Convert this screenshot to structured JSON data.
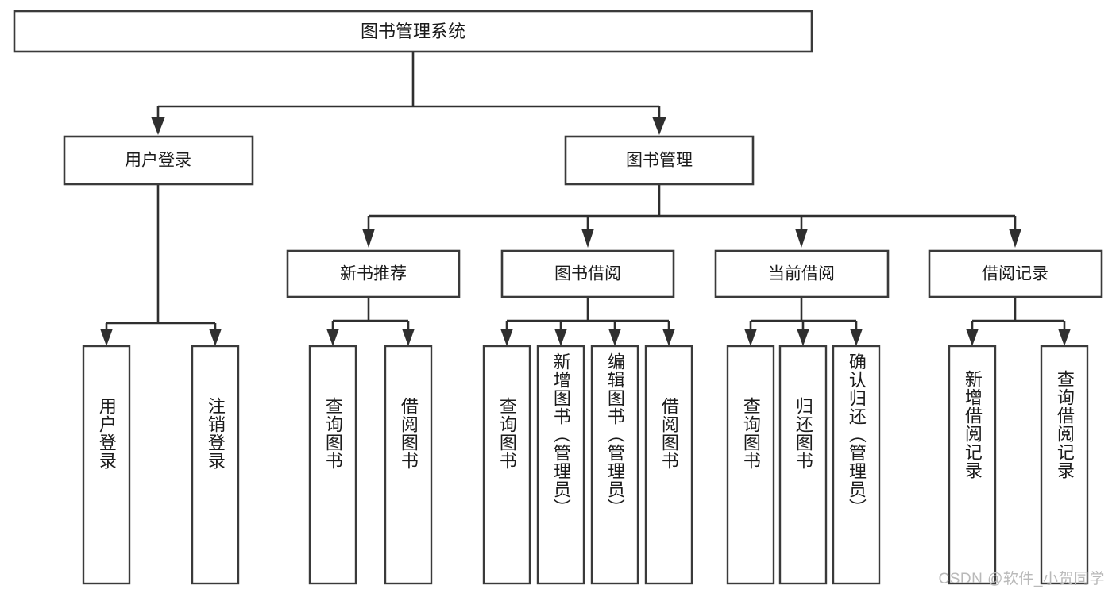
{
  "diagram": {
    "type": "tree-hierarchy",
    "title": "图书管理系统",
    "orientation": "top-down",
    "root": {
      "id": "root",
      "label": "图书管理系统",
      "text_orientation": "horizontal"
    },
    "levels": [
      {
        "level": 1,
        "nodes": [
          {
            "id": "user-login",
            "label": "用户登录",
            "text_orientation": "horizontal"
          },
          {
            "id": "book-manage",
            "label": "图书管理",
            "text_orientation": "horizontal"
          }
        ]
      },
      {
        "level": 2,
        "parent": "book-manage",
        "nodes": [
          {
            "id": "new-book-rec",
            "label": "新书推荐",
            "text_orientation": "horizontal"
          },
          {
            "id": "book-borrow",
            "label": "图书借阅",
            "text_orientation": "horizontal"
          },
          {
            "id": "current-borrow",
            "label": "当前借阅",
            "text_orientation": "horizontal"
          },
          {
            "id": "borrow-record",
            "label": "借阅记录",
            "text_orientation": "horizontal"
          }
        ]
      },
      {
        "level": 3,
        "nodes": [
          {
            "id": "leaf-user-login",
            "parent": "user-login",
            "label": "用户登录",
            "text_orientation": "vertical"
          },
          {
            "id": "leaf-user-logout",
            "parent": "user-login",
            "label": "注销登录",
            "text_orientation": "vertical"
          },
          {
            "id": "leaf-rec-query",
            "parent": "new-book-rec",
            "label": "查询图书",
            "text_orientation": "vertical"
          },
          {
            "id": "leaf-rec-borrow",
            "parent": "new-book-rec",
            "label": "借阅图书",
            "text_orientation": "vertical"
          },
          {
            "id": "leaf-borrow-query",
            "parent": "book-borrow",
            "label": "查询图书",
            "text_orientation": "vertical"
          },
          {
            "id": "leaf-borrow-add",
            "parent": "book-borrow",
            "label": "新增图书（管理员）",
            "text_orientation": "vertical"
          },
          {
            "id": "leaf-borrow-edit",
            "parent": "book-borrow",
            "label": "编辑图书（管理员）",
            "text_orientation": "vertical"
          },
          {
            "id": "leaf-borrow-do",
            "parent": "book-borrow",
            "label": "借阅图书",
            "text_orientation": "vertical"
          },
          {
            "id": "leaf-cur-query",
            "parent": "current-borrow",
            "label": "查询图书",
            "text_orientation": "vertical"
          },
          {
            "id": "leaf-cur-return",
            "parent": "current-borrow",
            "label": "归还图书",
            "text_orientation": "vertical"
          },
          {
            "id": "leaf-cur-confirm",
            "parent": "current-borrow",
            "label": "确认归还（管理员）",
            "text_orientation": "vertical"
          },
          {
            "id": "leaf-rec-add",
            "parent": "borrow-record",
            "label": "新增借阅记录",
            "text_orientation": "vertical"
          },
          {
            "id": "leaf-rec-search",
            "parent": "borrow-record",
            "label": "查询借阅记录",
            "text_orientation": "vertical"
          }
        ]
      }
    ]
  },
  "colors": {
    "box_stroke": "#3a3a3a",
    "connector": "#2f2f2f",
    "box_fill": "#ffffff",
    "text": "#1b1b1b",
    "watermark": "#b9b9b9",
    "page_background": "#ffffff"
  },
  "watermark": {
    "text": "CSDN @软件_小贺同学"
  }
}
